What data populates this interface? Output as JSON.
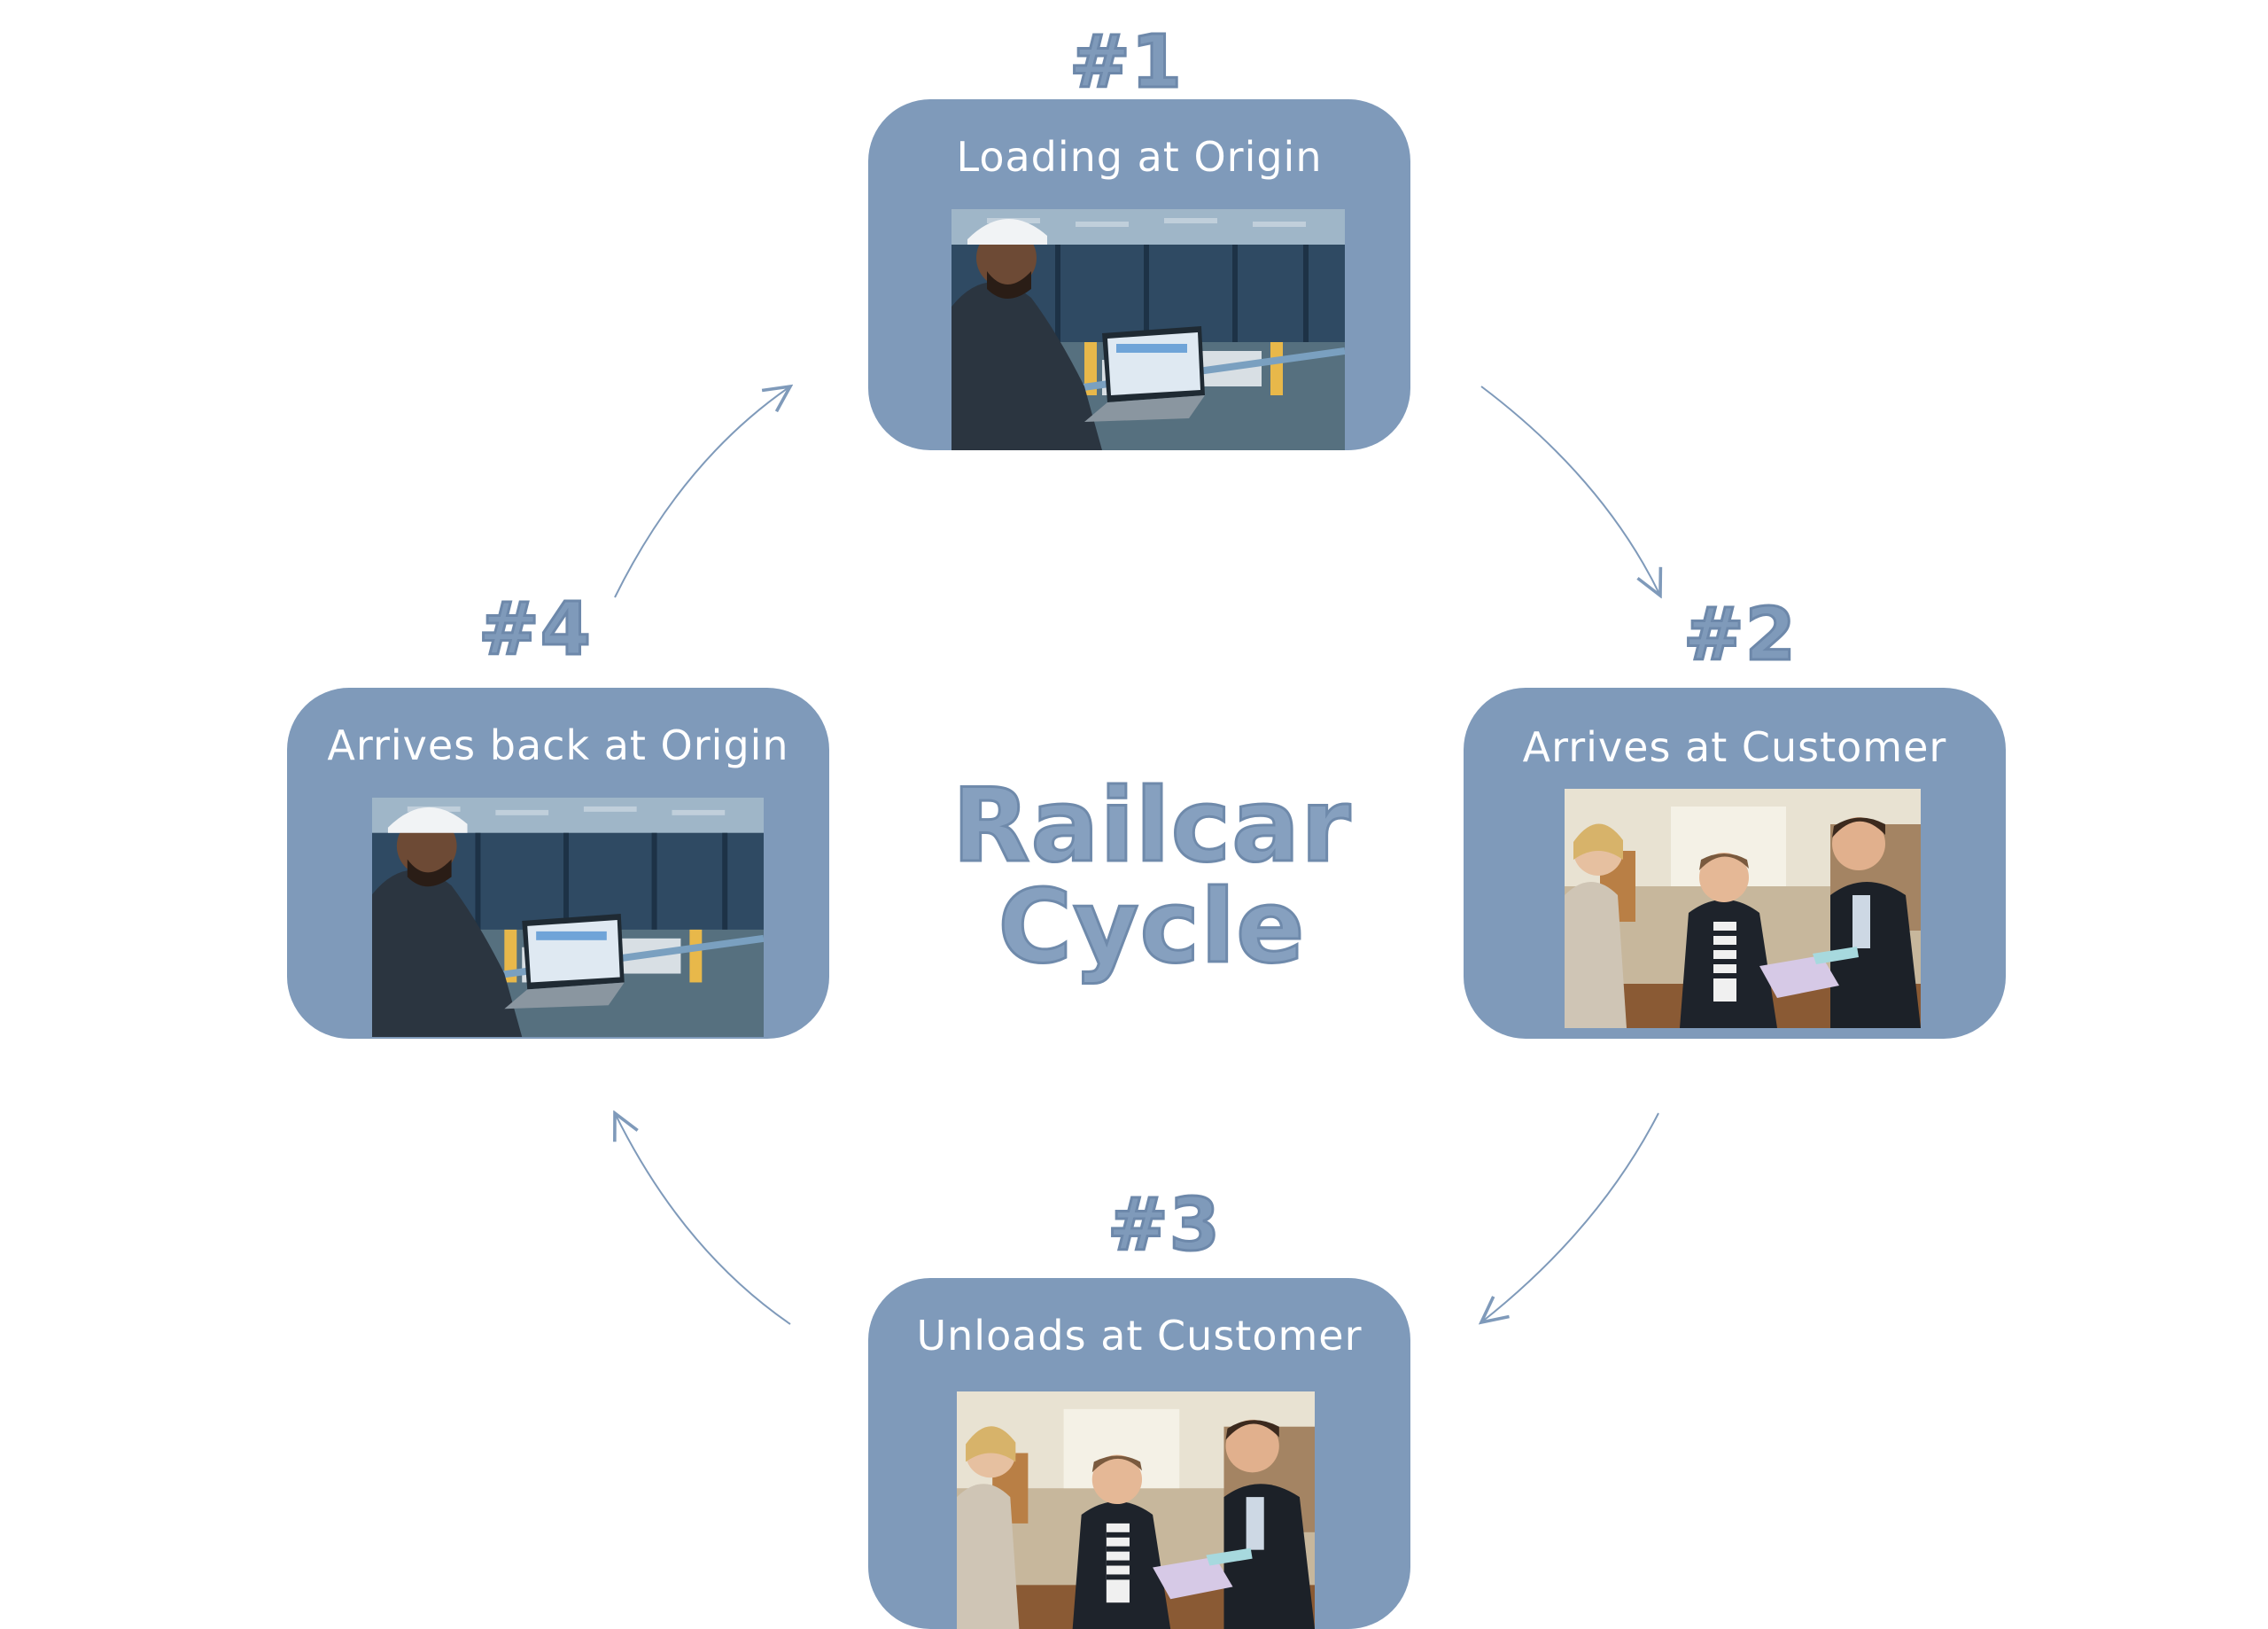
{
  "diagram": {
    "title": "Railcar Cycle",
    "steps": [
      {
        "number": "#1",
        "label": "Loading at Origin",
        "image": "factory-engineer-laptop-photo"
      },
      {
        "number": "#2",
        "label": "Arrives at Customer",
        "image": "office-team-laptop-photo"
      },
      {
        "number": "#3",
        "label": "Unloads at Customer",
        "image": "office-team-laptop-photo"
      },
      {
        "number": "#4",
        "label": "Arrives back at Origin",
        "image": "factory-engineer-laptop-photo"
      }
    ],
    "colors": {
      "card": "#7f9aba",
      "label_text": "#ffffff",
      "arrow": "#7f9aba",
      "background": "#ffffff"
    }
  }
}
